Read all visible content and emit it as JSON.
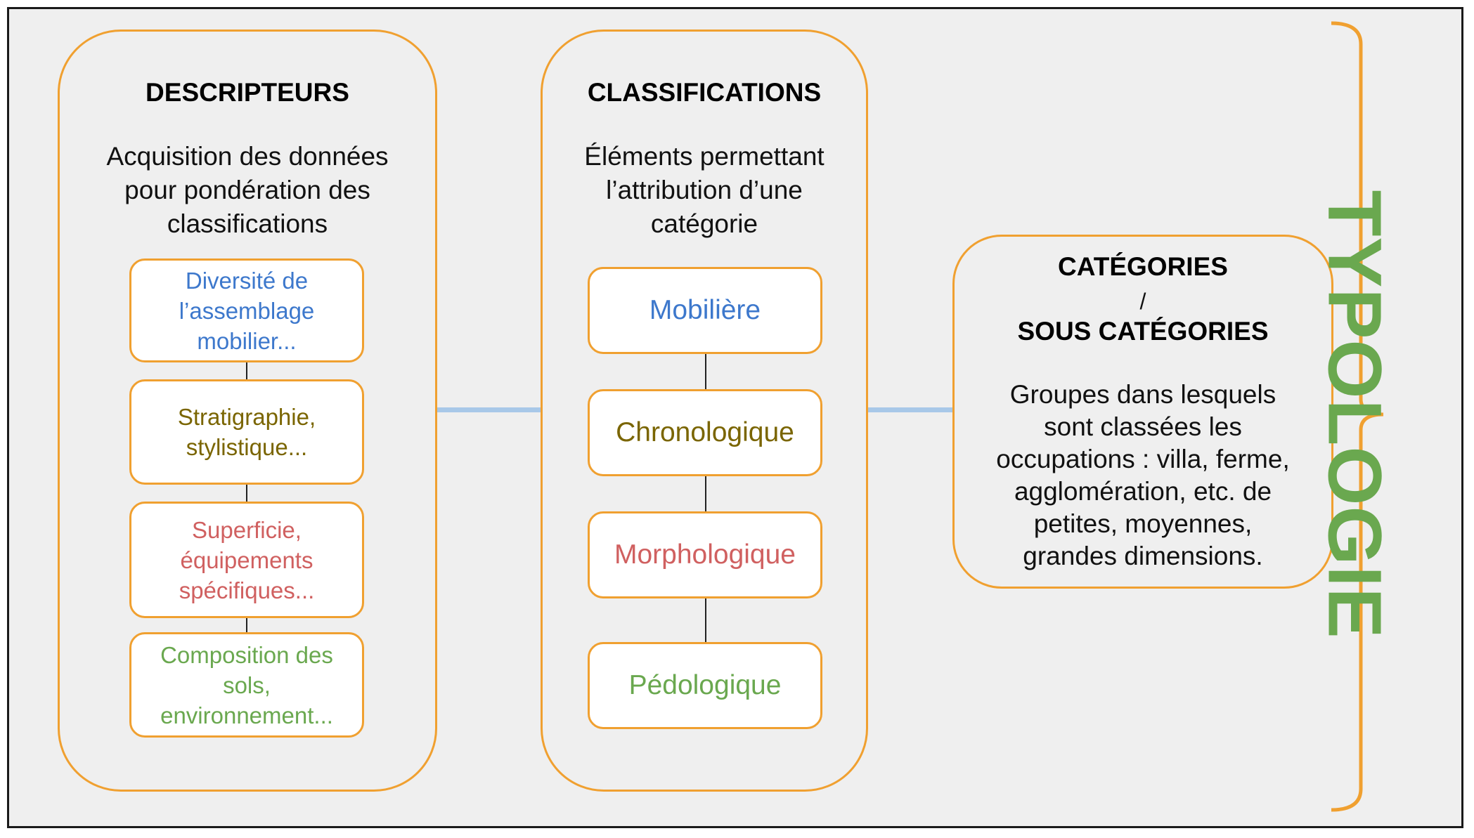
{
  "colors": {
    "accent_orange": "#f0a030",
    "connector_blue": "#a8c8e8",
    "blue": "#3d78cc",
    "olive": "#7a6500",
    "red": "#d06060",
    "green": "#6aa84f"
  },
  "descripteurs": {
    "title": "DESCRIPTEURS",
    "desc_lines": [
      "Acquisition des données",
      "pour pondération des",
      "classifications"
    ],
    "items": [
      {
        "lines": [
          "Diversité de",
          "l’assemblage",
          "mobilier..."
        ],
        "color": "#3d78cc"
      },
      {
        "lines": [
          "Stratigraphie,",
          "stylistique..."
        ],
        "color": "#7a6500"
      },
      {
        "lines": [
          "Superficie,",
          "équipements",
          "spécifiques..."
        ],
        "color": "#d06060"
      },
      {
        "lines": [
          "Composition des",
          "sols,",
          "environnement..."
        ],
        "color": "#6aa84f"
      }
    ]
  },
  "classifications": {
    "title": "CLASSIFICATIONS",
    "desc_lines": [
      "Éléments permettant",
      "l’attribution d’une",
      "catégorie"
    ],
    "items": [
      {
        "label": "Mobilière",
        "color": "#3d78cc"
      },
      {
        "label": "Chronologique",
        "color": "#7a6500"
      },
      {
        "label": "Morphologique",
        "color": "#d06060"
      },
      {
        "label": "Pédologique",
        "color": "#6aa84f"
      }
    ]
  },
  "categories": {
    "title_line1": "CATÉGORIES",
    "separator": "/",
    "title_line2": "SOUS CATÉGORIES",
    "desc_lines": [
      "Groupes dans lesquels",
      "sont classées les",
      "occupations : villa, ferme,",
      "agglomération, etc. de",
      "petites, moyennes,",
      "grandes dimensions."
    ]
  },
  "typologie": "TYPOLOGIE"
}
